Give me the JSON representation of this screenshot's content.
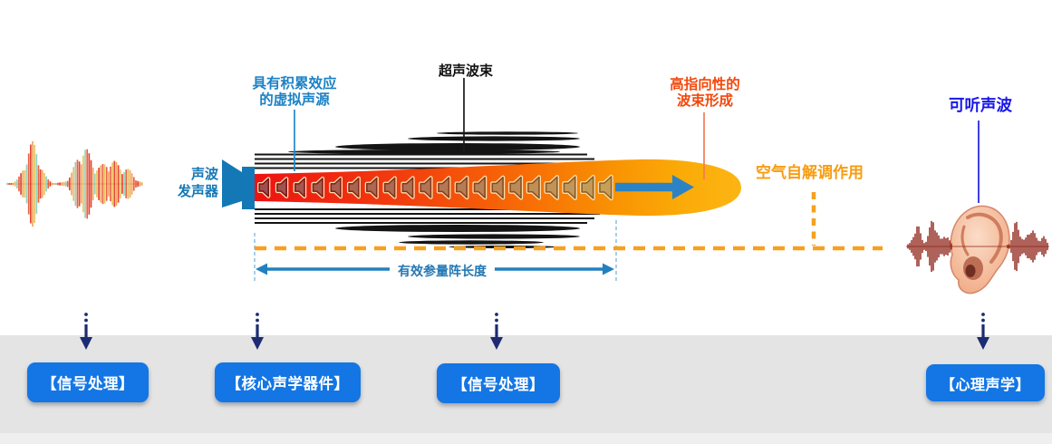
{
  "diagram": {
    "transducer_label": {
      "line1": "声波",
      "line2": "发声器"
    },
    "virtual_source_label": {
      "line1": "具有积累效应",
      "line2": "的虚拟声源"
    },
    "ultrasonic_beam_label": "超声波束",
    "directional_beam_label": {
      "line1": "高指向性的",
      "line2": "波束形成"
    },
    "air_demodulation_label": "空气自解调作用",
    "array_length_label": "有效参量阵长度",
    "audible_sound_label": "可听声波"
  },
  "buttons": [
    {
      "label": "【信号处理】"
    },
    {
      "label": "【核心声学器件】"
    },
    {
      "label": "【信号处理】"
    },
    {
      "label": "【心理声学】"
    }
  ],
  "icons": {
    "left_waveform": "audio-waveform-image",
    "transducer": "speaker-horn-icon",
    "virtual_sources": "speaker-cone-icons",
    "beam": "ultrasonic-beam-shape",
    "propagation_arrow": "right-arrow-icon",
    "measure_arrow": "double-headed-arrow-icon",
    "flow_arrows": "dashed-down-arrow-icon",
    "ear": "ear-image"
  },
  "colors": {
    "accent_blue": "#1376e4",
    "steel_blue": "#1478b6",
    "pure_blue": "#1717ea",
    "navy": "#1d2b73",
    "orange": "#f7a01e",
    "orange_red": "#f4470b",
    "beam_red": "#ee1111",
    "beam_amber": "#fcb514",
    "band_gray": "#e4e4e4"
  }
}
